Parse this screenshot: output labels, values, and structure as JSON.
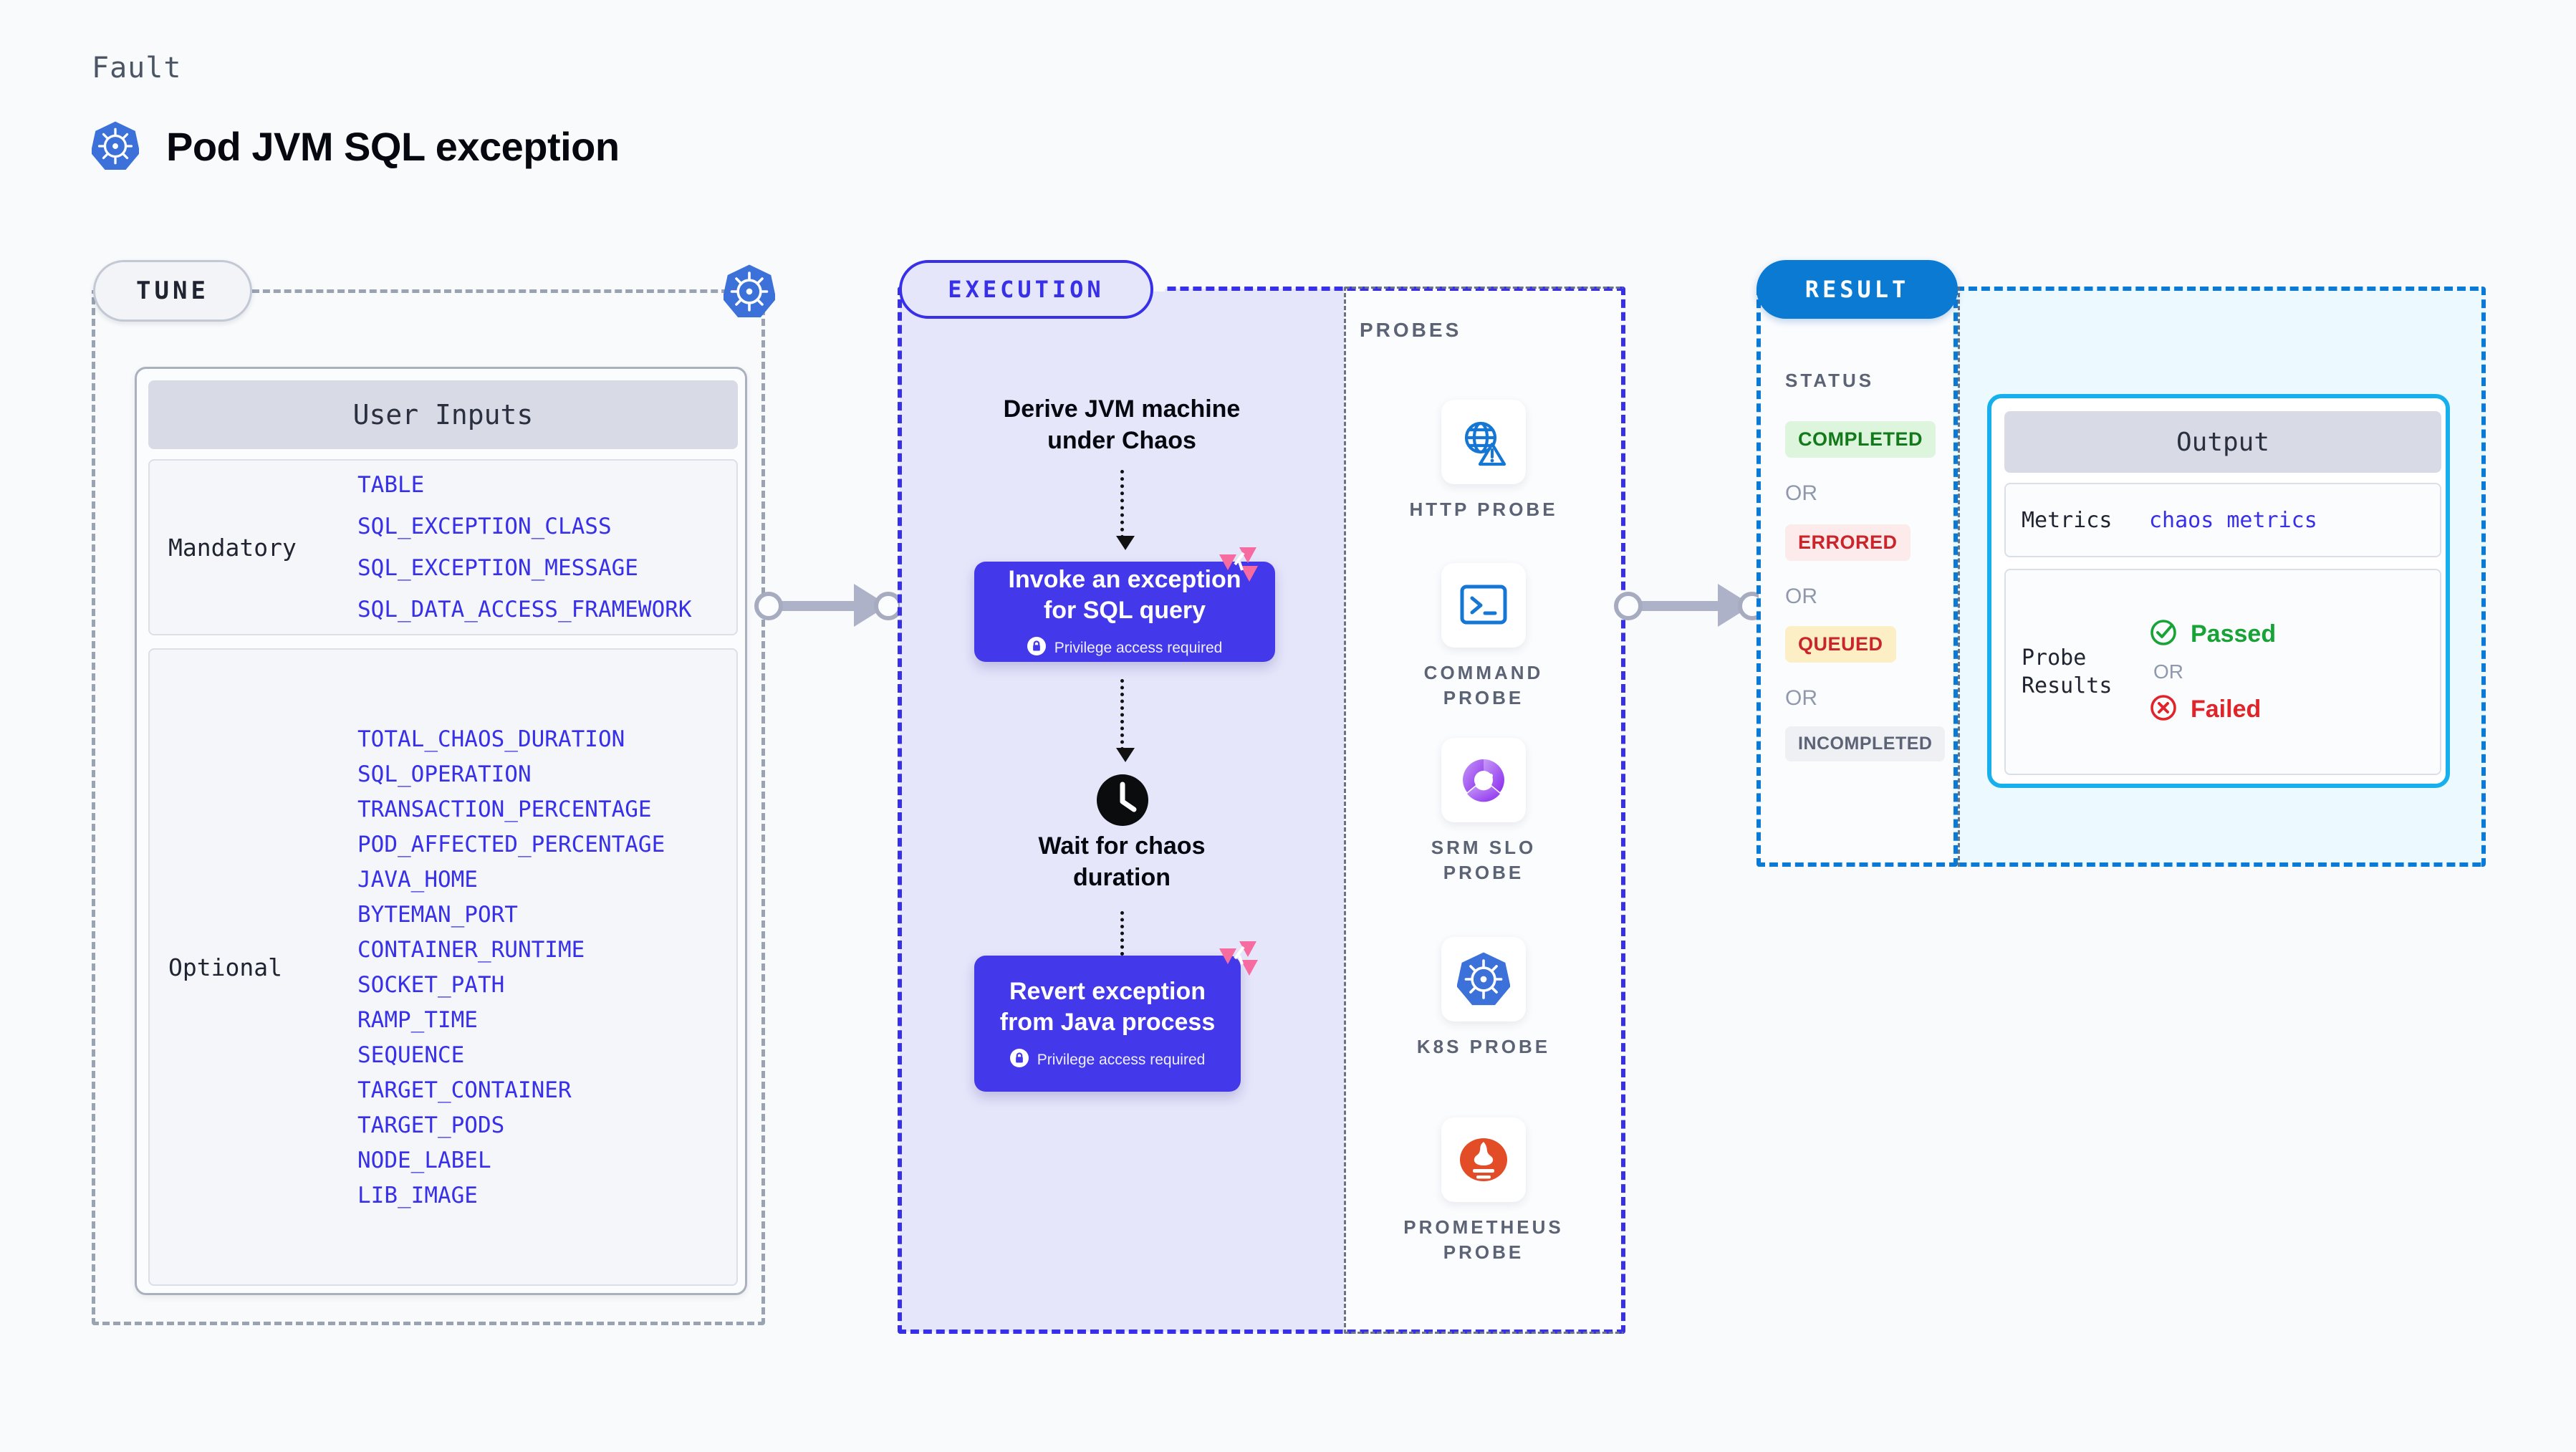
{
  "header": {
    "kicker": "Fault",
    "title": "Pod JVM SQL exception",
    "logo_icon": "kubernetes-icon"
  },
  "colors": {
    "page_bg": "#f8fafc",
    "tune_border": "#9aa3b2",
    "execution_accent": "#3730e8",
    "execution_fill": "#e6e6fb",
    "result_accent": "#0a7ad3",
    "output_fill": "#ecfaff",
    "output_border": "#17b0ed",
    "param_link": "#3730e8",
    "harness_pink": "#f76ca0"
  },
  "tune": {
    "pill_label": "TUNE",
    "k8s_icon": "kubernetes-icon",
    "card_title": "User Inputs",
    "groups": [
      {
        "category": "Mandatory",
        "params": [
          "TABLE",
          "SQL_EXCEPTION_CLASS",
          "SQL_EXCEPTION_MESSAGE",
          "SQL_DATA_ACCESS_FRAMEWORK"
        ]
      },
      {
        "category": "Optional",
        "params": [
          "TOTAL_CHAOS_DURATION",
          "SQL_OPERATION",
          "TRANSACTION_PERCENTAGE",
          "POD_AFFECTED_PERCENTAGE",
          "JAVA_HOME",
          "BYTEMAN_PORT",
          "CONTAINER_RUNTIME",
          "SOCKET_PATH",
          "RAMP_TIME",
          "SEQUENCE",
          "TARGET_CONTAINER",
          "TARGET_PODS",
          "NODE_LABEL",
          "LIB_IMAGE"
        ]
      }
    ]
  },
  "execution": {
    "pill_label": "EXECUTION",
    "step_derive": "Derive JVM machine\nunder Chaos",
    "box_invoke_title": "Invoke an exception\nfor SQL query",
    "box_invoke_note": "Privilege access required",
    "step_wait": "Wait for chaos\nduration",
    "box_revert_title": "Revert exception\nfrom Java process",
    "box_revert_note": "Privilege access required",
    "lock_icon": "lock-icon",
    "clock_icon": "clock-icon",
    "harness_icon": "harness-logo-icon"
  },
  "probes": {
    "title": "PROBES",
    "items": [
      {
        "label": "HTTP PROBE",
        "icon": "globe-warning-icon"
      },
      {
        "label": "COMMAND\nPROBE",
        "icon": "terminal-icon"
      },
      {
        "label": "SRM SLO\nPROBE",
        "icon": "srm-slo-icon"
      },
      {
        "label": "K8S PROBE",
        "icon": "kubernetes-icon"
      },
      {
        "label": "PROMETHEUS\nPROBE",
        "icon": "prometheus-icon"
      }
    ]
  },
  "result": {
    "pill_label": "RESULT",
    "status_title": "STATUS",
    "or_label": "OR",
    "statuses": [
      {
        "label": "COMPLETED",
        "bg": "#ddf5dc",
        "fg": "#127a1b"
      },
      {
        "label": "ERRORED",
        "bg": "#fdeaea",
        "fg": "#c9252b"
      },
      {
        "label": "QUEUED",
        "bg": "#fcefc6",
        "fg": "#c9252b"
      },
      {
        "label": "INCOMPLETED",
        "bg": "#eef0f4",
        "fg": "#5b6375"
      }
    ]
  },
  "output": {
    "card_title": "Output",
    "metrics_key": "Metrics",
    "metrics_value": "chaos metrics",
    "probe_key": "Probe\nResults",
    "passed_label": "Passed",
    "failed_label": "Failed",
    "or_label": "OR",
    "passed_icon": "check-circle-icon",
    "failed_icon": "x-circle-icon"
  }
}
